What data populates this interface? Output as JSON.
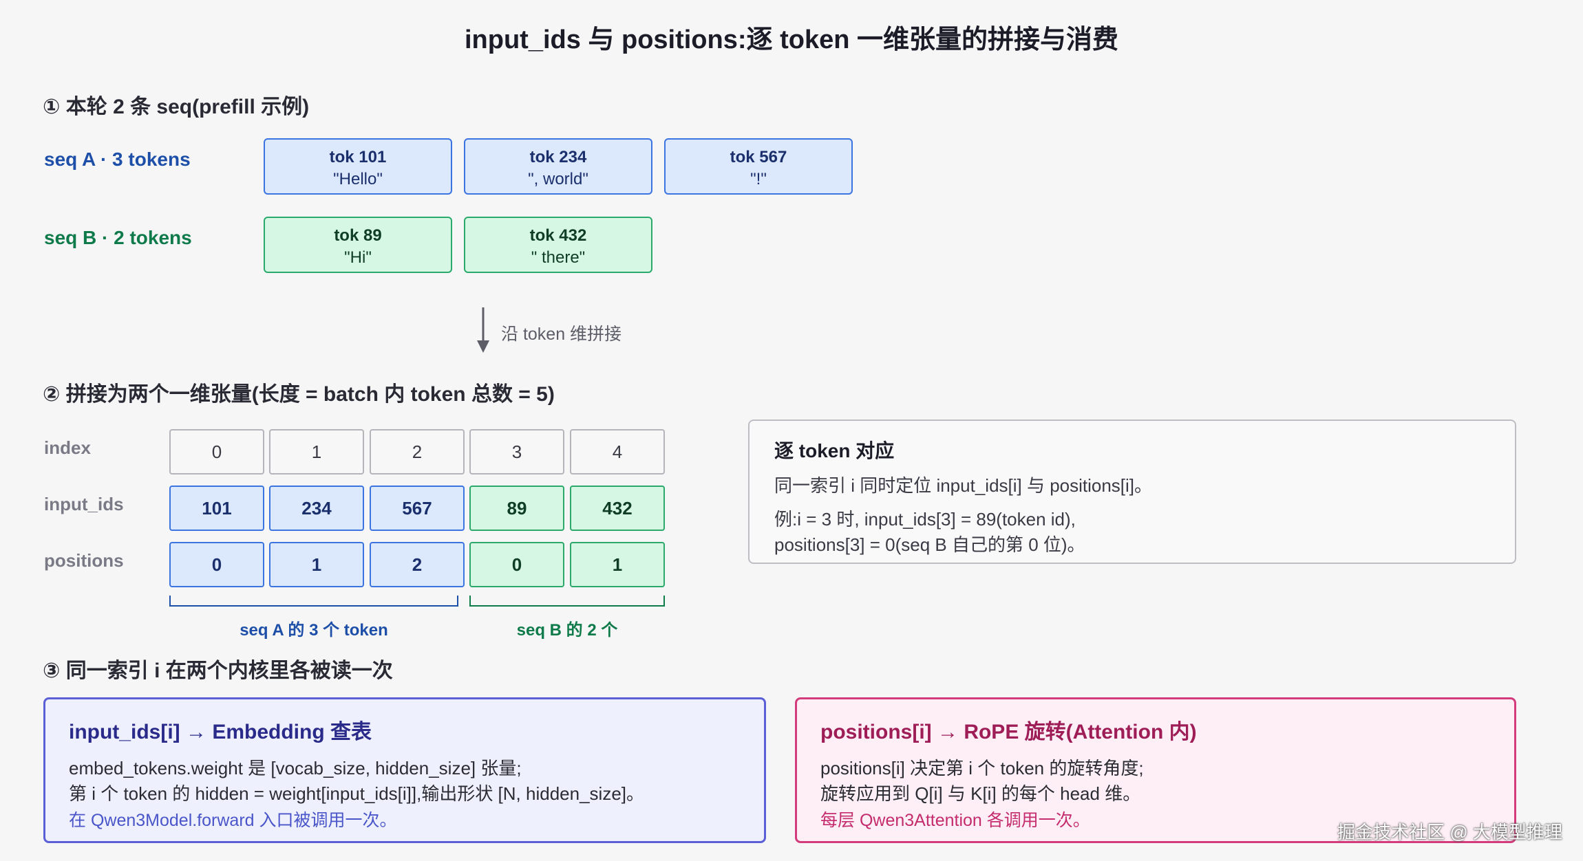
{
  "title": "input_ids 与 positions:逐 token 一维张量的拼接与消费",
  "section1": "① 本轮 2 条 seq(prefill 示例)",
  "seqA": {
    "label": "seq A · 3 tokens",
    "tokens": [
      {
        "id": "tok 101",
        "text": "\"Hello\""
      },
      {
        "id": "tok 234",
        "text": "\", world\""
      },
      {
        "id": "tok 567",
        "text": "\"!\""
      }
    ]
  },
  "seqB": {
    "label": "seq B · 2 tokens",
    "tokens": [
      {
        "id": "tok 89",
        "text": "\"Hi\""
      },
      {
        "id": "tok 432",
        "text": "\" there\""
      }
    ]
  },
  "arrow_label": "沿 token 维拼接",
  "section2": "② 拼接为两个一维张量(长度 = batch 内 token 总数 = 5)",
  "rows": {
    "index_label": "index",
    "input_ids_label": "input_ids",
    "positions_label": "positions",
    "index": [
      "0",
      "1",
      "2",
      "3",
      "4"
    ],
    "input_ids": [
      "101",
      "234",
      "567",
      "89",
      "432"
    ],
    "positions": [
      "0",
      "1",
      "2",
      "0",
      "1"
    ]
  },
  "brace_labels": {
    "a": "seq A 的 3 个 token",
    "b": "seq B 的 2 个"
  },
  "note": {
    "title": "逐 token 对应",
    "line1": "同一索引 i 同时定位 input_ids[i] 与 positions[i]。",
    "line2": "例:i = 3 时, input_ids[3] = 89(token id),",
    "line3": "positions[3] = 0(seq B 自己的第 0 位)。"
  },
  "section3": "③ 同一索引 i 在两个内核里各被读一次",
  "card_left": {
    "title": "input_ids[i] → Embedding 查表",
    "line1": "embed_tokens.weight 是 [vocab_size, hidden_size] 张量;",
    "line2": "第 i 个 token 的 hidden = weight[input_ids[i]],输出形状 [N, hidden_size]。",
    "footer": "在 Qwen3Model.forward 入口被调用一次。"
  },
  "card_right": {
    "title": "positions[i] → RoPE 旋转(Attention 内)",
    "line1": "positions[i] 决定第 i 个 token 的旋转角度;",
    "line2": "旋转应用到 Q[i] 与 K[i] 的每个 head 维。",
    "footer": "每层 Qwen3Attention 各调用一次。"
  },
  "watermark": "掘金技术社区 @ 大模型推理",
  "colors": {
    "seq_a": "#3b74e0",
    "seq_b": "#2aa96a",
    "embedding": "#5a5fd6",
    "rope": "#d33b7c"
  }
}
